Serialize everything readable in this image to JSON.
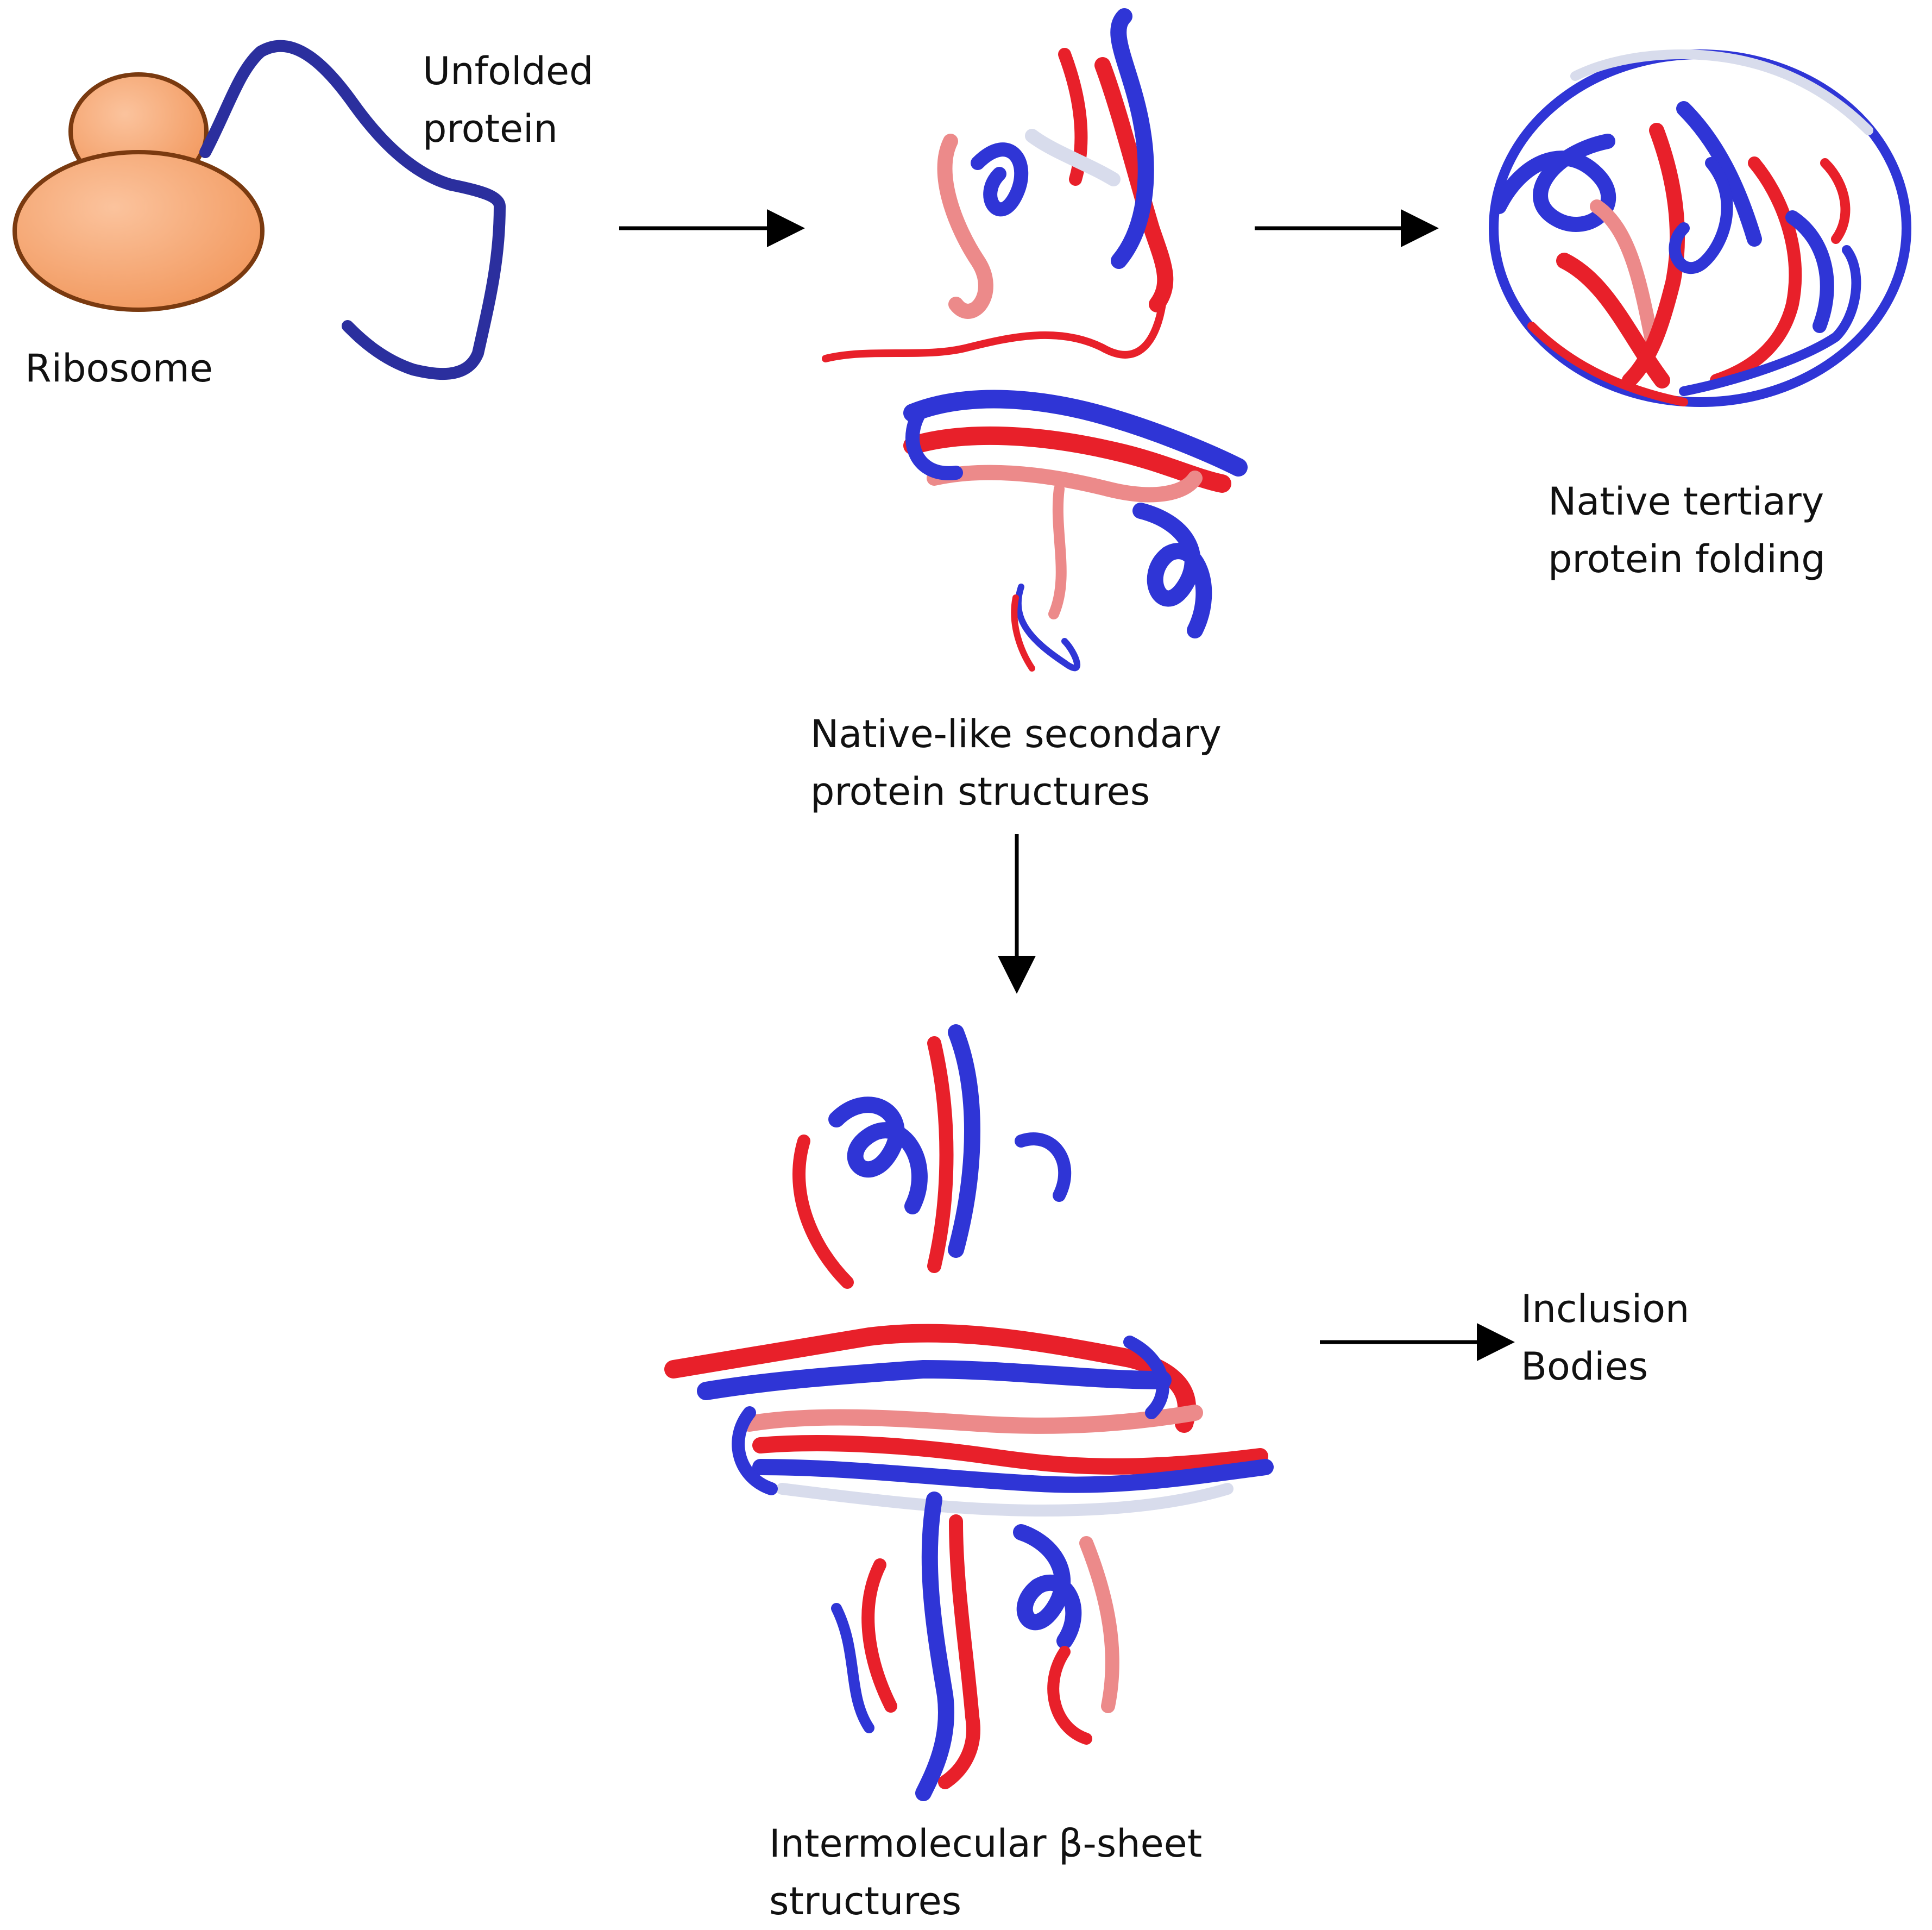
{
  "labels": {
    "ribosome": "Ribosome",
    "unfolded_line1": "Unfolded",
    "unfolded_line2": "protein",
    "native_tertiary_line1": "Native tertiary",
    "native_tertiary_line2": "protein folding",
    "native_secondary_line1": "Native-like secondary",
    "native_secondary_line2": "protein structures",
    "intermolecular_line1": "Intermolecular β-sheet",
    "intermolecular_line2": "structures",
    "inclusion_line1": "Inclusion",
    "inclusion_line2": "Bodies"
  },
  "colors": {
    "ribosome_fill": "#f6a87a",
    "ribosome_outline": "#7a3a10",
    "unfolded_chain": "#2b2f9e",
    "ribbon_red": "#e8202a",
    "ribbon_blue": "#2f35d6",
    "ribbon_white": "#d8dcec",
    "ribbon_pink": "#ec8a8a",
    "arrow": "#000000"
  }
}
